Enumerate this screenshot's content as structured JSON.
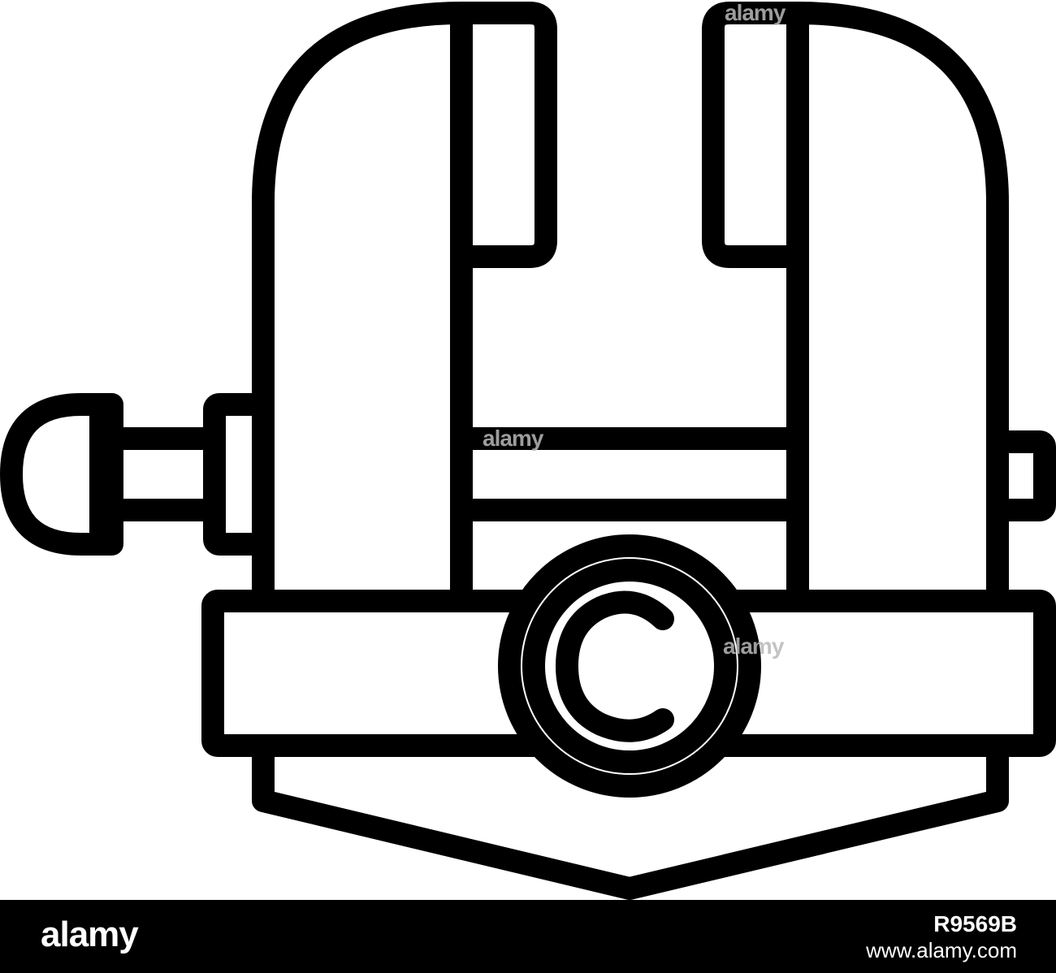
{
  "watermark": {
    "text": "alamy",
    "color": "#b9b9b9"
  },
  "icon": {
    "name": "bench-vise-icon",
    "stroke_color": "#000000",
    "fill_color": "#ffffff",
    "emblem_letter": "C"
  },
  "footer": {
    "brand": "alamy",
    "image_id": "R9569B",
    "url": "www.alamy.com",
    "background": "#000000",
    "text_color": "#ffffff"
  }
}
